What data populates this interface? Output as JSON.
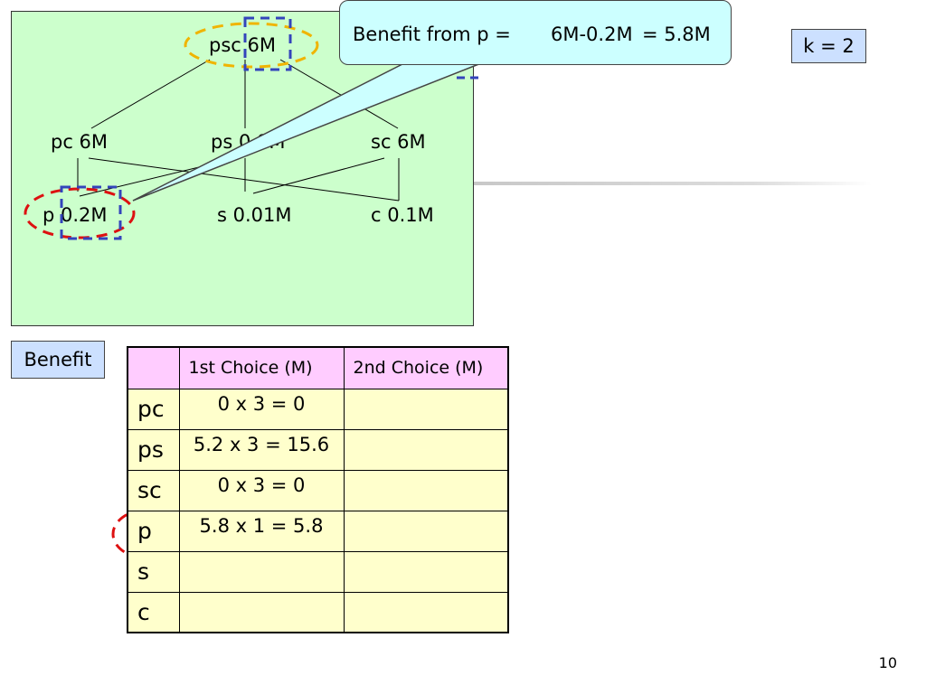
{
  "lattice": {
    "nodes": {
      "psc": "psc 6M",
      "pc": "pc 6M",
      "ps": "ps 0.8M",
      "sc": "sc 6M",
      "p": "p 0.2M",
      "s": "s 0.01M",
      "c": "c 0.1M"
    },
    "marker_colors": {
      "selected_red": "#dd1111",
      "candidate_blue": "#3344bb",
      "top_yellow": "#f0b400"
    },
    "panel_color": "#ccffcc"
  },
  "callout": {
    "label": "Benefit from p =",
    "expression": "6M-0.2M",
    "result": "= 5.8M",
    "color": "#ccffff"
  },
  "k_label": "k = 2",
  "benefit_label": "Benefit",
  "table": {
    "headers": [
      "",
      "1st Choice (M)",
      "2nd Choice (M)"
    ],
    "rows": [
      {
        "view": "pc",
        "first": "0 x 3 = 0",
        "second": ""
      },
      {
        "view": "ps",
        "first": "5.2 x 3 = 15.6",
        "second": ""
      },
      {
        "view": "sc",
        "first": "0 x 3 = 0",
        "second": ""
      },
      {
        "view": "p",
        "first": "5.8 x 1 = 5.8",
        "second": ""
      },
      {
        "view": "s",
        "first": "",
        "second": ""
      },
      {
        "view": "c",
        "first": "",
        "second": ""
      }
    ],
    "header_color": "#ffccff",
    "cell_color": "#ffffcc"
  },
  "page_number": "10"
}
